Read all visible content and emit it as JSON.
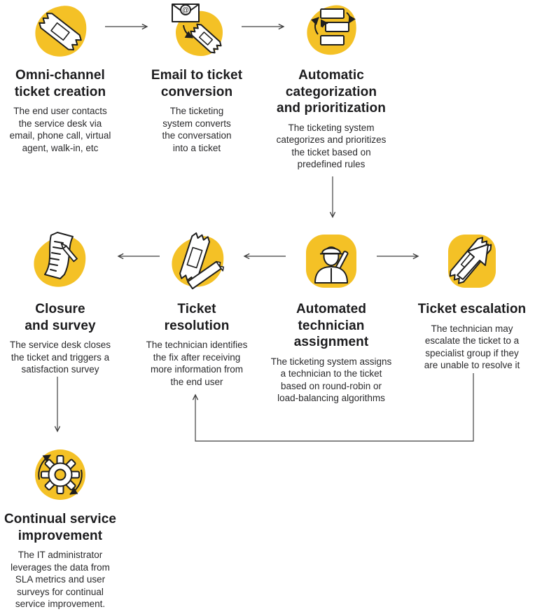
{
  "colors": {
    "accent_yellow": "#F4C126",
    "title_text": "#1c1c1e",
    "body_text": "#2a2a2c",
    "connector_line": "#3f3f3f",
    "icon_outline": "#1f1f1f"
  },
  "steps": [
    {
      "key": "omni",
      "icon": "ticket-icon",
      "title": "Omni-channel\nticket creation",
      "description": "The end user contacts\nthe service desk via\nemail, phone call, virtual\nagent, walk-in, etc"
    },
    {
      "key": "email",
      "icon": "email-to-ticket-icon",
      "title": "Email to ticket\nconversion",
      "description": "The ticketing\nsystem converts\nthe conversation\ninto a ticket"
    },
    {
      "key": "categorize",
      "icon": "categorization-icon",
      "title": "Automatic\ncategorization\nand prioritization",
      "description": "The ticketing system\ncategorizes and prioritizes\nthe ticket based on\npredefined rules"
    },
    {
      "key": "assign",
      "icon": "technician-icon",
      "title": "Automated\ntechnician\nassignment",
      "description": "The ticketing system assigns\na technician to the ticket\nbased on round-robin or\nload-balancing algorithms"
    },
    {
      "key": "escalation",
      "icon": "ticket-escalation-icon",
      "title": "Ticket escalation",
      "description": "The technician may\nescalate the ticket to a\nspecialist group if they\nare unable to resolve it"
    },
    {
      "key": "resolution",
      "icon": "ticket-resolution-icon",
      "title": "Ticket\nresolution",
      "description": "The technician identifies\nthe fix after receiving\nmore information from\nthe end user"
    },
    {
      "key": "closure",
      "icon": "survey-icon",
      "title": "Closure\nand survey",
      "description": "The service desk closes\nthe ticket and triggers a\nsatisfaction survey"
    },
    {
      "key": "improve",
      "icon": "gear-cycle-icon",
      "title": "Continual service\nimprovement",
      "description": "The IT administrator\nleverages the data from\nSLA metrics and user\nsurveys for continual\nservice improvement."
    }
  ],
  "connections": [
    {
      "from": "omni",
      "to": "email"
    },
    {
      "from": "email",
      "to": "categorize"
    },
    {
      "from": "categorize",
      "to": "assign"
    },
    {
      "from": "assign",
      "to": "escalation"
    },
    {
      "from": "assign",
      "to": "resolution"
    },
    {
      "from": "escalation",
      "to": "resolution"
    },
    {
      "from": "resolution",
      "to": "closure"
    },
    {
      "from": "closure",
      "to": "improve"
    }
  ]
}
